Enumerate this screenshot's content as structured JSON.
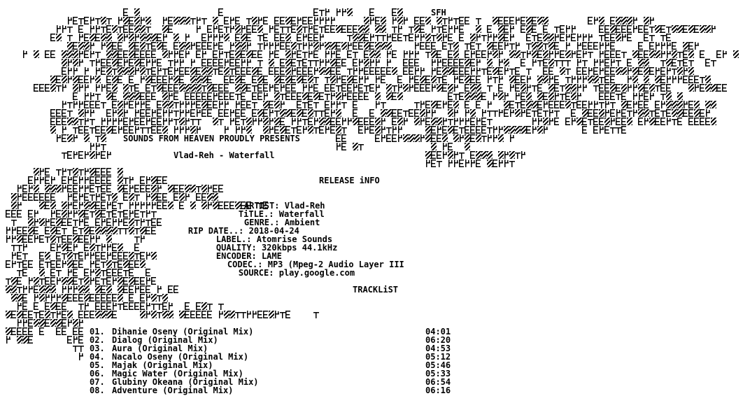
{
  "group": {
    "tag": "SFH",
    "presents": "SOUNDS FROM HEAVEN PROUDLY PRESENTS"
  },
  "release": {
    "heading": "Vlad-Reh - Waterfall",
    "info_title": "RELEASE iNFO",
    "fields": [
      {
        "label": "ARTIST:",
        "value": "Vlad-Reh"
      },
      {
        "label": "TiTLE.:",
        "value": "Waterfall"
      },
      {
        "label": "GENRE.:",
        "value": "Ambient"
      },
      {
        "label": "RIP DATE..:",
        "value": "2018-04-24"
      },
      {
        "label": "LABEL.:",
        "value": "Atomrise Sounds"
      },
      {
        "label": "QUALITY:",
        "value": "320kbps 44.1kHz"
      },
      {
        "label": "ENCODER:",
        "value": "LAME"
      },
      {
        "label": "CODEC.:",
        "value": "MP3 (Mpeg-2 Audio Layer III"
      },
      {
        "label": "SOURCE:",
        "value": "play.google.com"
      }
    ]
  },
  "tracklist": {
    "title": "TRACKLiST",
    "tracks": [
      {
        "num": "01.",
        "title": "Dihanie Oseny (Original Mix)",
        "duration": "04:01"
      },
      {
        "num": "02.",
        "title": "Dialog (Original Mix)",
        "duration": "06:20"
      },
      {
        "num": "03.",
        "title": "Aura (Original Mix)",
        "duration": "04:53"
      },
      {
        "num": "04.",
        "title": "Nacalo Oseny (Original Mix)",
        "duration": "05:12"
      },
      {
        "num": "05.",
        "title": "Majak (Original Mix)",
        "duration": "05:46"
      },
      {
        "num": "06.",
        "title": "Magic Water (Original Mix)",
        "duration": "05:33"
      },
      {
        "num": "07.",
        "title": "Glubiny Okeana (Original Mix)",
        "duration": "06:54"
      },
      {
        "num": "08.",
        "title": "Adventure (Original Mix)",
        "duration": "06:16"
      }
    ]
  }
}
